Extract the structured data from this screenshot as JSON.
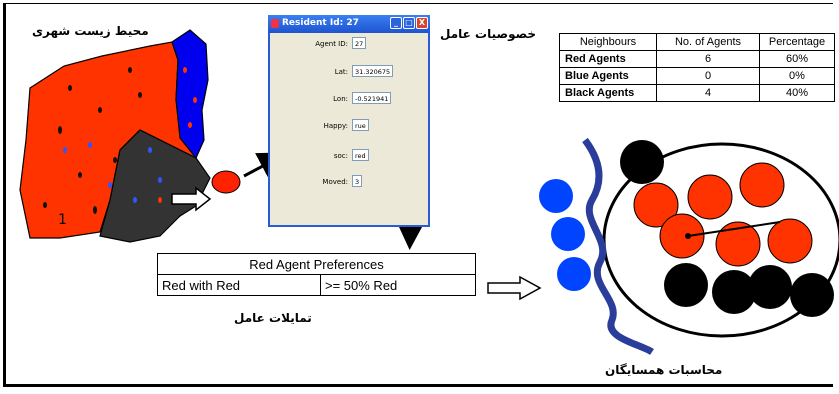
{
  "labels": {
    "urban_env": "محیط زیست شهری",
    "agent_props": "خصوصیات عامل",
    "agent_prefs": "تمایلات عامل",
    "neighbor_calc": "محاسبات همسایگان"
  },
  "dialog": {
    "title": "Resident Id: 27",
    "fields": [
      {
        "label": "Agent ID:",
        "value": "27"
      },
      {
        "label": "Lat:",
        "value": "31.320675"
      },
      {
        "label": "Lon:",
        "value": "-0.521941"
      },
      {
        "label": "Happy:",
        "value": "rue"
      },
      {
        "label": "soc:",
        "value": "red"
      },
      {
        "label": "Moved:",
        "value": "3"
      }
    ],
    "buttons": {
      "minimize": "_",
      "maximize": "□",
      "close": "X"
    }
  },
  "neighbours_table": {
    "headers": [
      "Neighbours",
      "No. of Agents",
      "Percentage"
    ],
    "rows": [
      {
        "name": "Red Agents",
        "count": "6",
        "percent": "60%"
      },
      {
        "name": "Blue Agents",
        "count": "0",
        "percent": "0%"
      },
      {
        "name": "Black Agents",
        "count": "4",
        "percent": "40%"
      }
    ]
  },
  "preferences": {
    "title": "Red Agent Preferences",
    "rule_left": "Red with Red",
    "rule_right": ">= 50% Red"
  },
  "map_label": "1",
  "colors": {
    "red": "#ff3300",
    "blue": "#0000ee",
    "dark": "#333333",
    "black": "#000000",
    "river": "#2b3d9a"
  }
}
